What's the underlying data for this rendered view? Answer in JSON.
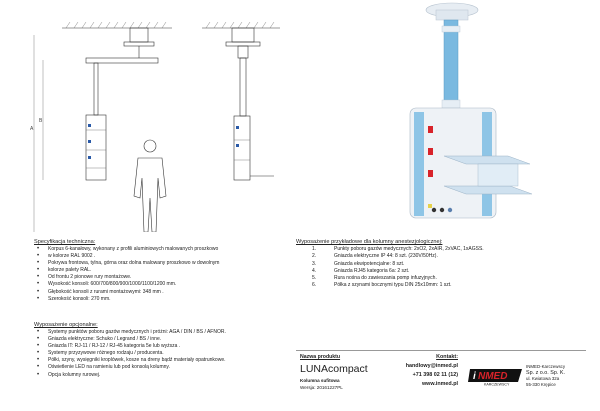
{
  "spec": {
    "title": "Specyfikacja techniczna:",
    "items": [
      "Korpus 6-kanałowy, wykonany z profili aluminiowych malowanych proszkowo",
      "w kolorze RAL  9002 .",
      "Pokrywa frontowa, tylna, górna oraz dolna malowany proszkowo w dowolnym",
      "kolorze palety RAL.",
      "Od frontu 2 pionowe rury montażowe.",
      "Wysokość konsoli: 600/700/800/900/1000/1100/1200 mm.",
      "Głębokość konsoli z rurami montażowymi: 348 mm .",
      "Szerokość konsoli: 270 mm."
    ]
  },
  "optional": {
    "title": "Wyposażenie opcjonalne:",
    "items": [
      "Systemy punktów poboru gazów medycznych i próżni: AGA / DIN / BS / AFNOR.",
      "Gniazda elektryczne: Schuko / Legrand / BS / inne.",
      "Gniazda IT: RJ-11 / RJ-12 / RJ-45 kategoria 5e lub wyższa .",
      "Systemy przyzywowe różnego rodzaju / producenta.",
      "Półki, szyny, wysięgniki kroplówek, kosze na dreny bądź materiały opatrunkowe.",
      "Oświetlenie LED na ramieniu lub pod konsolą kolumny.",
      "Opcja kolumny rurowej."
    ]
  },
  "example": {
    "title": "Wyposażenie przykładowe dla kolumny anestezjologicznej:",
    "items": [
      {
        "num": "1.",
        "text": "Punkty poboru gazów medycznych: 2xO2, 2xAIR, 2xVAC, 1xAGSS."
      },
      {
        "num": "2.",
        "text": "Gniazda elektryczne IP 44: 8 szt. (230V/50Hz)."
      },
      {
        "num": "3.",
        "text": "Gniazda ekwipotencjalne: 8 szt."
      },
      {
        "num": "4.",
        "text": "Gniazda RJ45 kategoria 6a: 2 szt."
      },
      {
        "num": "5.",
        "text": "Rura nośna do zawieszania pomp infuzyjnych."
      },
      {
        "num": "6.",
        "text": "Półka z szynami bocznymi typu DIN 25x10mm: 1 szt."
      }
    ]
  },
  "footer": {
    "product_label": "Nazwa produktu",
    "product_name": "LUNAcompact",
    "product_sub": "Kolumna sufitowa",
    "version": "Wersja: 20161227PL",
    "contact_label": "Kontakt:",
    "email": "handlowy@inmed.pl",
    "phone": "+71 398 02 11 (12)",
    "website": "www.inmed.pl",
    "logo_text": "INMED",
    "logo_sub": "KARCZEWSCY",
    "company": [
      "INMED-Karczewscy",
      "Sp. z o.o. Sp. K.",
      "ul. Kwiatowa 32a",
      "55-330 Krępice"
    ]
  },
  "colors": {
    "accent_blue": "#2a5aa8",
    "logo_red": "#d8232a",
    "column_blue": "#6fb4df"
  },
  "icons": [
    "human-silhouette",
    "column-device"
  ]
}
